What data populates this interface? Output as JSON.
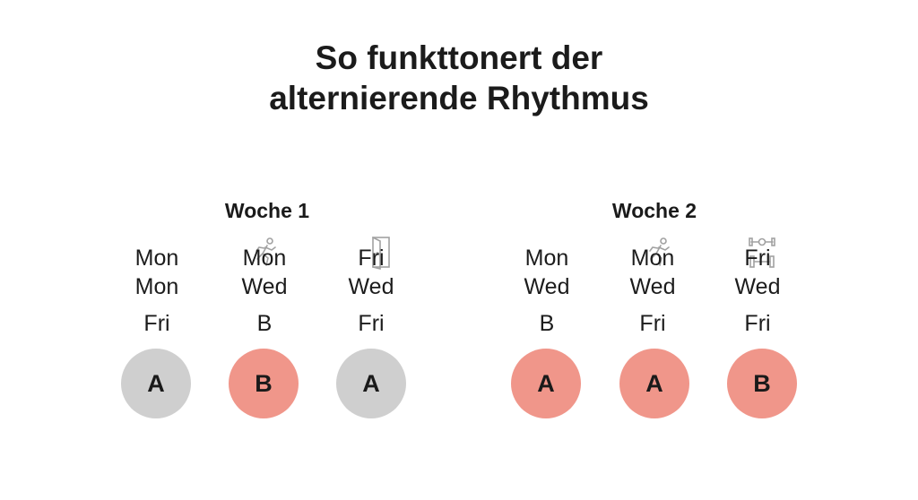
{
  "title": {
    "line1": "So funkttonert der",
    "line2": "alternierende Rhythmus"
  },
  "colors": {
    "gray": "#cfcfcf",
    "salmon": "#f0968a"
  },
  "weeks": [
    {
      "heading": "Woche 1",
      "columns": [
        {
          "line1": "Mon",
          "line2": "Mon",
          "line3": "Fri",
          "circle": "A",
          "circle_color": "gray",
          "icon": "none"
        },
        {
          "line1": "Mon",
          "line2": "Wed",
          "line3": "B",
          "circle": "B",
          "circle_color": "salmon",
          "icon": "running-person-icon"
        },
        {
          "line1": "Fri",
          "line2": "Wed",
          "line3": "Fri",
          "circle": "A",
          "circle_color": "gray",
          "icon": "door-exit-icon"
        }
      ]
    },
    {
      "heading": "Woche 2",
      "columns": [
        {
          "line1": "Mon",
          "line2": "Wed",
          "line3": "B",
          "circle": "A",
          "circle_color": "salmon",
          "icon": "none"
        },
        {
          "line1": "Mon",
          "line2": "Wed",
          "line3": "Fri",
          "circle": "A",
          "circle_color": "salmon",
          "icon": "running-person-icon"
        },
        {
          "line1": "Fri",
          "line2": "Wed",
          "line3": "Fri",
          "circle": "B",
          "circle_color": "salmon",
          "icon": "dumbbell-icon"
        }
      ]
    }
  ]
}
